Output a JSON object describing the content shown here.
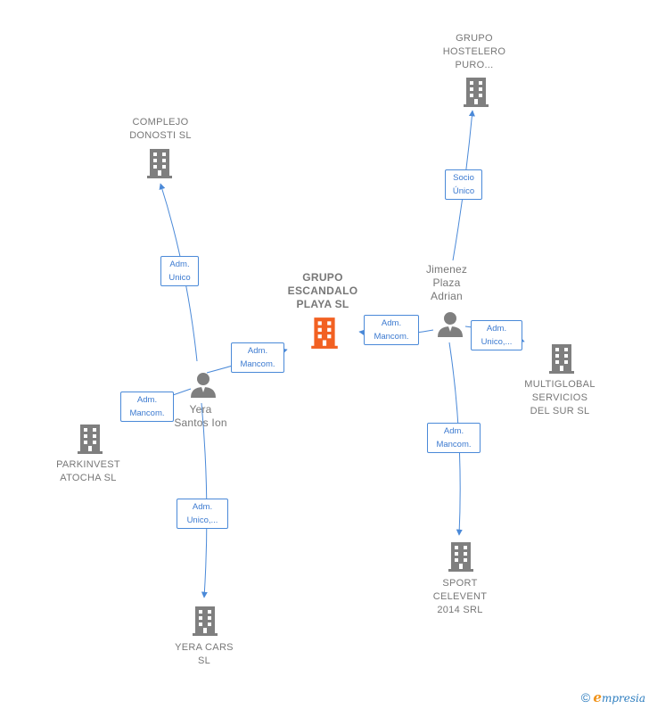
{
  "colors": {
    "company": "#7f7f7f",
    "focus": "#f26122",
    "person": "#7f7f7f",
    "edge": "#4a89d8",
    "label_border": "#4a89d8"
  },
  "nodes": {
    "grupo_escandalo": {
      "kind": "company-focus",
      "lines": [
        "GRUPO",
        "ESCANDALO",
        "PLAYA SL"
      ]
    },
    "grupo_hostelero": {
      "kind": "company",
      "lines": [
        "GRUPO",
        "HOSTELERO",
        "PURO..."
      ]
    },
    "complejo_donosti": {
      "kind": "company",
      "lines": [
        "COMPLEJO",
        "DONOSTI SL"
      ]
    },
    "multiglobal": {
      "kind": "company",
      "lines": [
        "MULTIGLOBAL",
        "SERVICIOS",
        "DEL SUR SL"
      ]
    },
    "parkinvest": {
      "kind": "company",
      "lines": [
        "PARKINVEST",
        "ATOCHA SL"
      ]
    },
    "sport_celevent": {
      "kind": "company",
      "lines": [
        "SPORT",
        "CELEVENT",
        "2014 SRL"
      ]
    },
    "yera_cars": {
      "kind": "company",
      "lines": [
        "YERA CARS",
        "SL"
      ]
    },
    "jimenez": {
      "kind": "person",
      "lines": [
        "Jimenez",
        "Plaza",
        "Adrian"
      ]
    },
    "yera_santos": {
      "kind": "person",
      "lines": [
        "Yera",
        "Santos Ion"
      ]
    }
  },
  "edges": {
    "socio_unico": {
      "from": "jimenez",
      "to": "grupo_hostelero",
      "lines": [
        "Socio",
        "Único"
      ]
    },
    "jimenez_escandalo": {
      "from": "jimenez",
      "to": "grupo_escandalo",
      "lines": [
        "Adm.",
        "Mancom."
      ]
    },
    "jimenez_multiglobal": {
      "from": "jimenez",
      "to": "multiglobal",
      "lines": [
        "Adm.",
        "Unico,..."
      ]
    },
    "jimenez_sport": {
      "from": "jimenez",
      "to": "sport_celevent",
      "lines": [
        "Adm.",
        "Mancom."
      ]
    },
    "yera_complejo": {
      "from": "yera_santos",
      "to": "complejo_donosti",
      "lines": [
        "Adm.",
        "Unico"
      ]
    },
    "yera_escandalo": {
      "from": "yera_santos",
      "to": "grupo_escandalo",
      "lines": [
        "Adm.",
        "Mancom."
      ]
    },
    "yera_parkinvest": {
      "from": "yera_santos",
      "to": "parkinvest",
      "lines": [
        "Adm.",
        "Mancom."
      ]
    },
    "yera_cars": {
      "from": "yera_santos",
      "to": "yera_cars",
      "lines": [
        "Adm.",
        "Unico,..."
      ]
    }
  },
  "brand": {
    "copyright": "©",
    "initial": "e",
    "rest": "mpresia"
  }
}
